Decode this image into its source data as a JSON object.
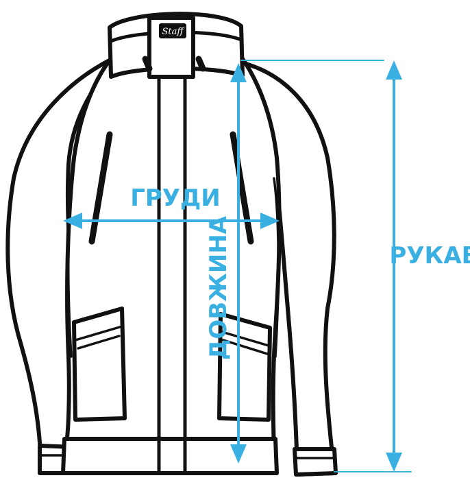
{
  "diagram": {
    "subject": "jacket",
    "brand_logo": "Staff",
    "accent_color": "#3ab0e2",
    "outline_color": "#111111",
    "measurements": [
      {
        "id": "chest",
        "label": "ГРУДИ",
        "orientation": "horizontal"
      },
      {
        "id": "length",
        "label": "ДОВЖИНА",
        "orientation": "vertical"
      },
      {
        "id": "sleeve",
        "label": "РУКАВ",
        "orientation": "vertical"
      }
    ]
  }
}
